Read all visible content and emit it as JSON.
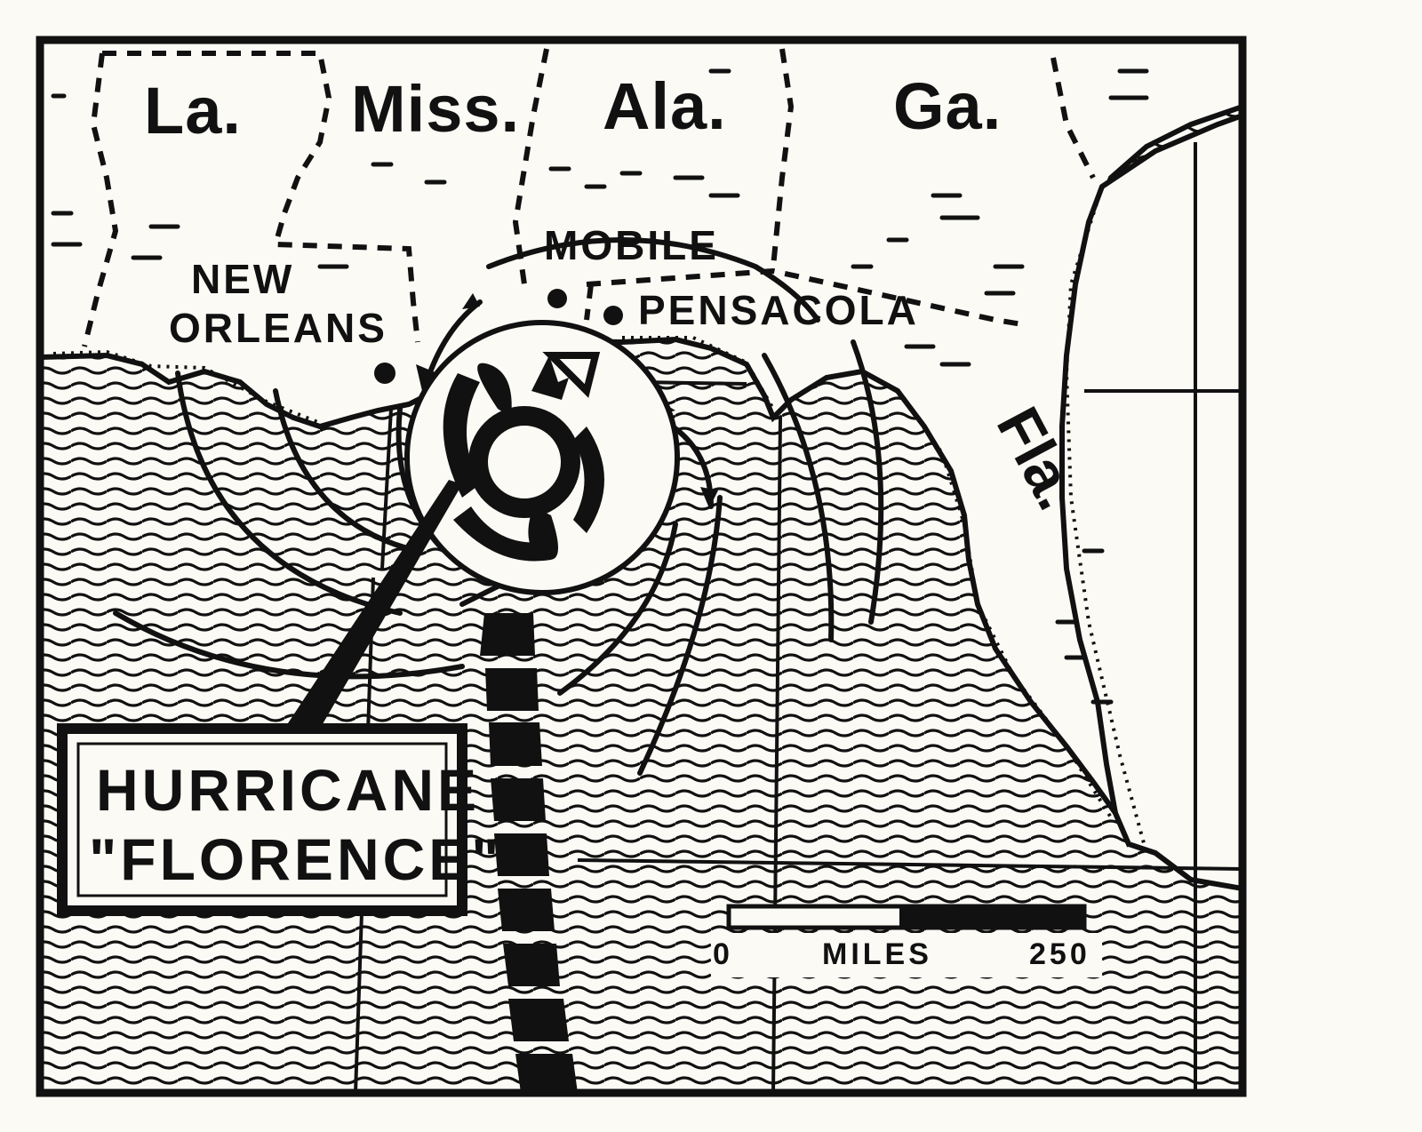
{
  "map": {
    "states": [
      "La.",
      "Miss.",
      "Ala.",
      "Ga.",
      "Fla."
    ],
    "cities": [
      "NEW",
      "ORLEANS",
      "MOBILE",
      "PENSACOLA"
    ],
    "storm": {
      "line1": "HURRICANE",
      "line2": "\"FLORENCE\""
    },
    "scale": {
      "start": "0",
      "unit": "MILES",
      "end": "250"
    },
    "colors": {
      "ink": "#111111",
      "paper": "#fbfaf5"
    },
    "icons": [
      "hurricane-symbol-icon",
      "storm-direction-arrow-icon",
      "city-dot-icon"
    ]
  }
}
